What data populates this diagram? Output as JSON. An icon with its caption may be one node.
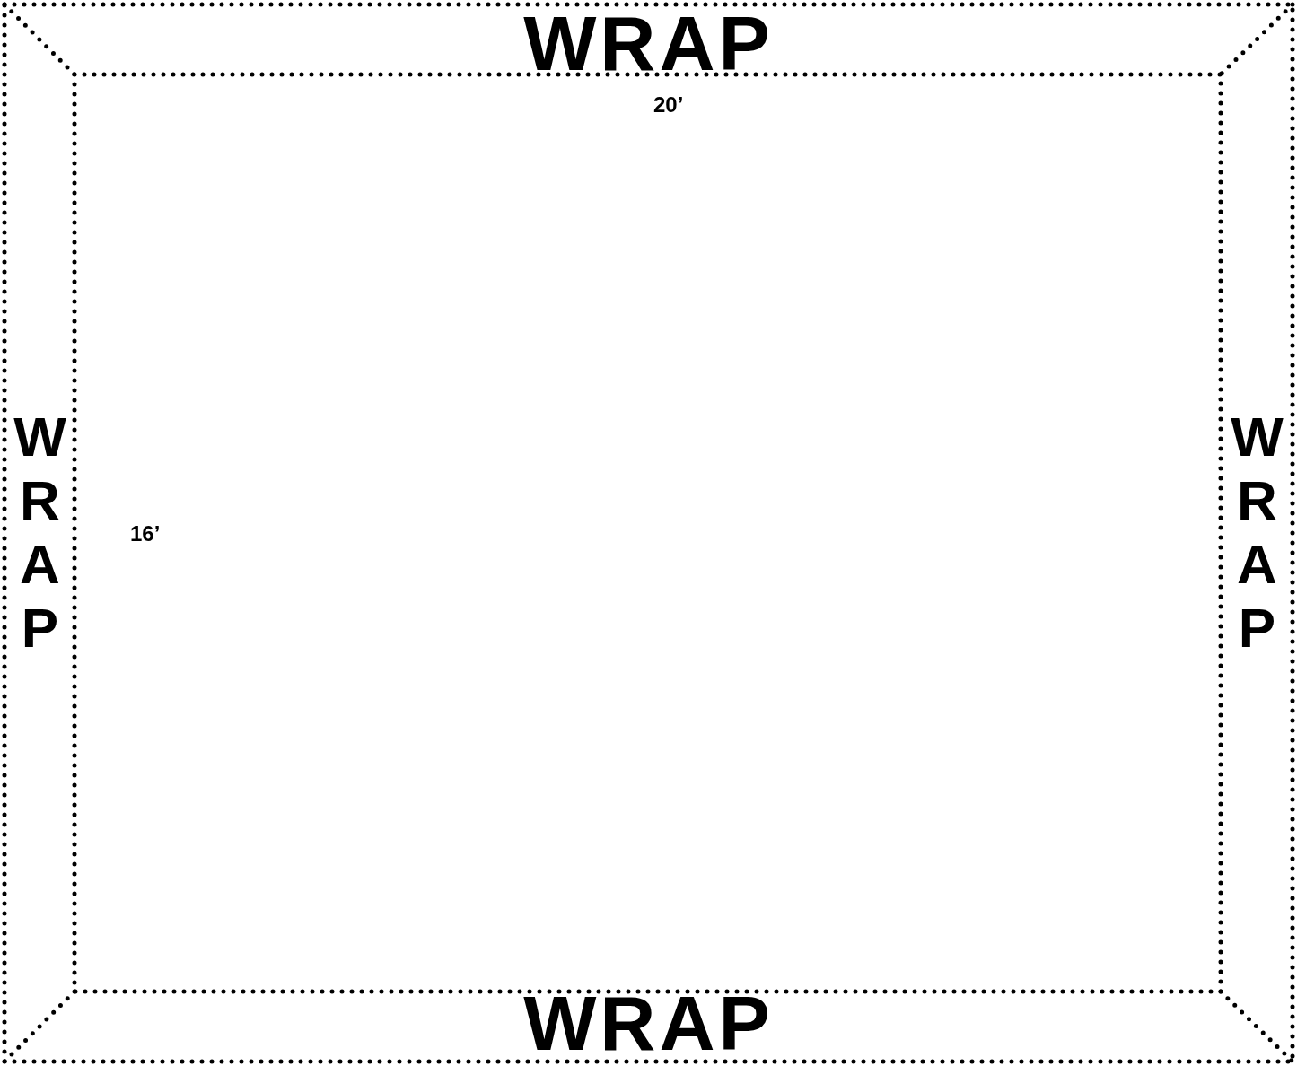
{
  "diagram": {
    "nodes": [
      {
        "text": [],
        "shape": "box"
      },
      {
        "text": [
          "WRAP"
        ],
        "in": 0
      },
      {
        "text": [
          "WRAP"
        ],
        "in": 0
      },
      {
        "text": [
          "WRAP"
        ],
        "in": 0
      },
      {
        "text": [
          "WRAP"
        ],
        "in": 0
      },
      {
        "text": [],
        "shape": "box",
        "in": 0
      }
    ],
    "edges": [],
    "labels": [
      "20’",
      "16’"
    ]
  }
}
